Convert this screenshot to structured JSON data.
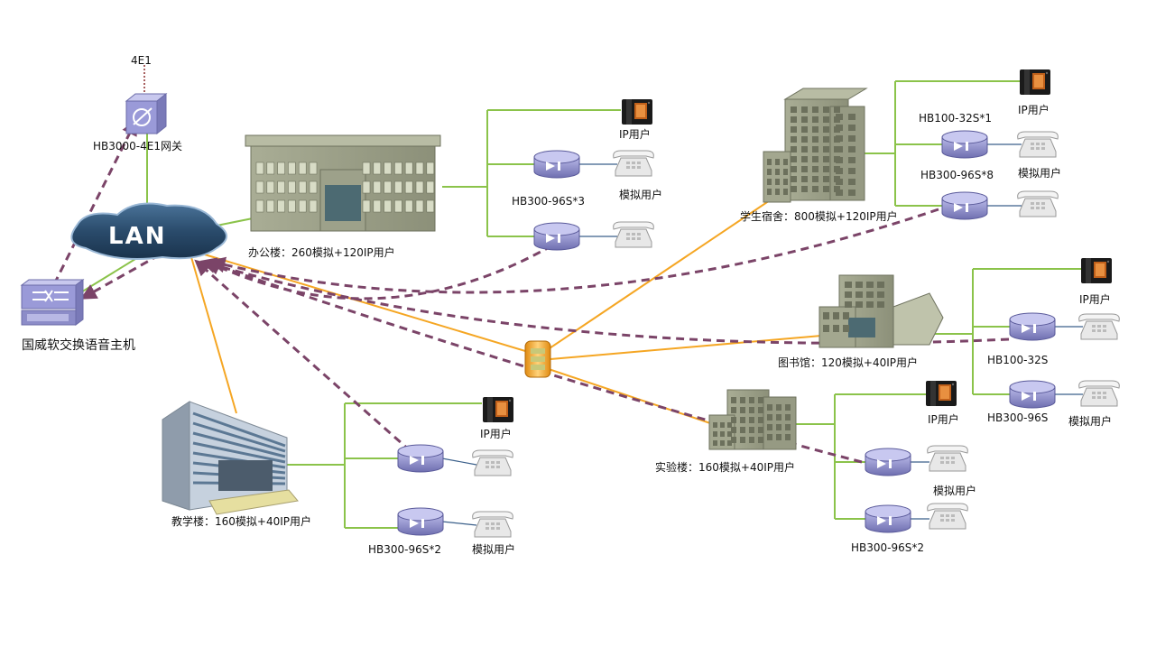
{
  "colors": {
    "fiber": "#f5a623",
    "lan_link": "#8bc34a",
    "dashed": "#7b4468",
    "tie_line": "#3a5f8a",
    "router_body": "#8f8fc8",
    "cloud": "#2a4b6b"
  },
  "labels": {
    "e1": "4E1",
    "gateway": "HB3000-4E1网关",
    "lan": "LAN",
    "softswitch": "国威软交换语音主机",
    "office": "办公楼：260模拟+120IP用户",
    "office_gw": "HB300-96S*3",
    "office_ip": "IP用户",
    "office_analog": "模拟用户",
    "dorm": "学生宿舍：800模拟+120IP用户",
    "dorm_ip": "IP用户",
    "dorm_gw1": "HB100-32S*1",
    "dorm_gw2": "HB300-96S*8",
    "dorm_analog": "模拟用户",
    "library": "图书馆：120模拟+40IP用户",
    "lib_ip": "IP用户",
    "lib_gw1": "HB100-32S",
    "lib_gw2": "HB300-96S",
    "lib_analog": "模拟用户",
    "teaching": "教学楼：160模拟+40IP用户",
    "teach_ip": "IP用户",
    "teach_gw": "HB300-96S*2",
    "teach_analog": "模拟用户",
    "lab": "实验楼：160模拟+40IP用户",
    "lab_ip": "IP用户",
    "lab_analog": "模拟用户",
    "lab_gw": "HB300-96S*2"
  },
  "icons": {
    "building": "building-icon",
    "router": "gateway-router-icon",
    "ip_phone": "ip-phone-icon",
    "analog_phone": "analog-phone-icon",
    "switch": "softswitch-icon",
    "fiber_hub": "fiber-hub-icon"
  }
}
